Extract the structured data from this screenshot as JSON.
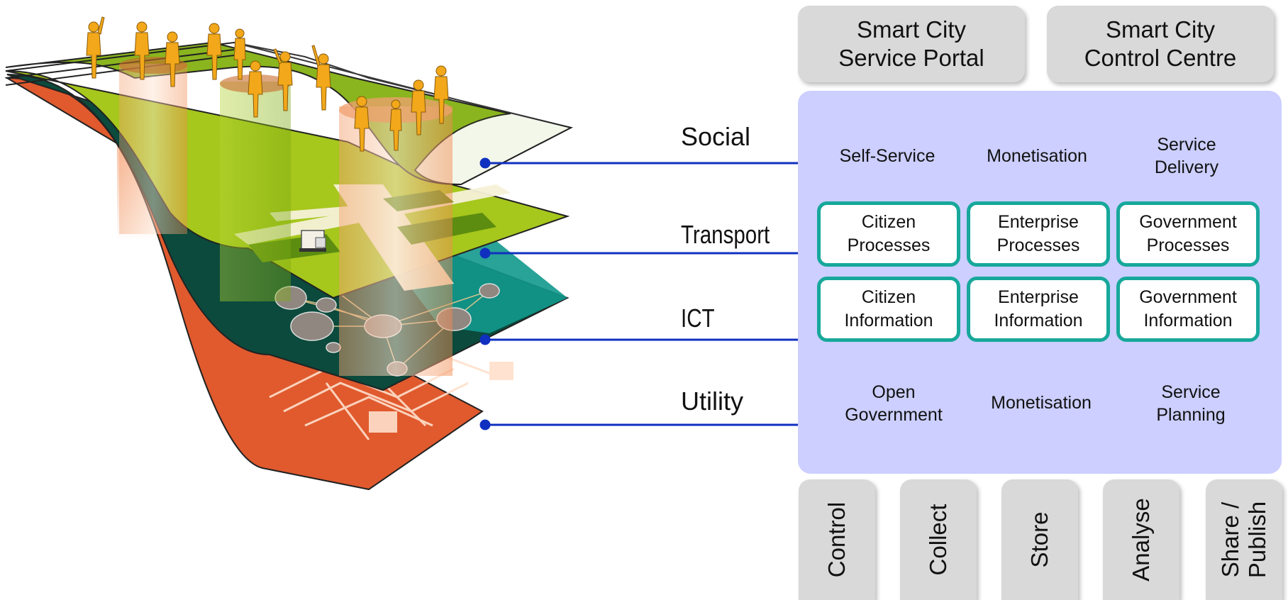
{
  "layers": {
    "social": "Social",
    "transport": "Transport",
    "ict": "ICT",
    "utility": "Utility"
  },
  "top_boxes": {
    "portal": "Smart City\nService Portal",
    "control_centre": "Smart City\nControl Centre"
  },
  "panel": {
    "top_row": [
      "Self-Service",
      "Monetisation",
      "Service\nDelivery"
    ],
    "processes": [
      "Citizen\nProcesses",
      "Enterprise\nProcesses",
      "Government\nProcesses"
    ],
    "information": [
      "Citizen\nInformation",
      "Enterprise\nInformation",
      "Government\nInformation"
    ],
    "bottom_row": [
      "Open\nGovernment",
      "Monetisation",
      "Service\nPlanning"
    ]
  },
  "bottom_boxes": [
    "Control",
    "Collect",
    "Store",
    "Analyse",
    "Share /\nPublish"
  ],
  "colors": {
    "panel_fill": "#cccfff",
    "box_border": "#17a89b",
    "connector": "#1030c0",
    "grey_box": "#d9d9d9",
    "social_layer": "#8ab51e",
    "ict_layer": "#0b4a3c",
    "utility_layer": "#e05a2e"
  }
}
